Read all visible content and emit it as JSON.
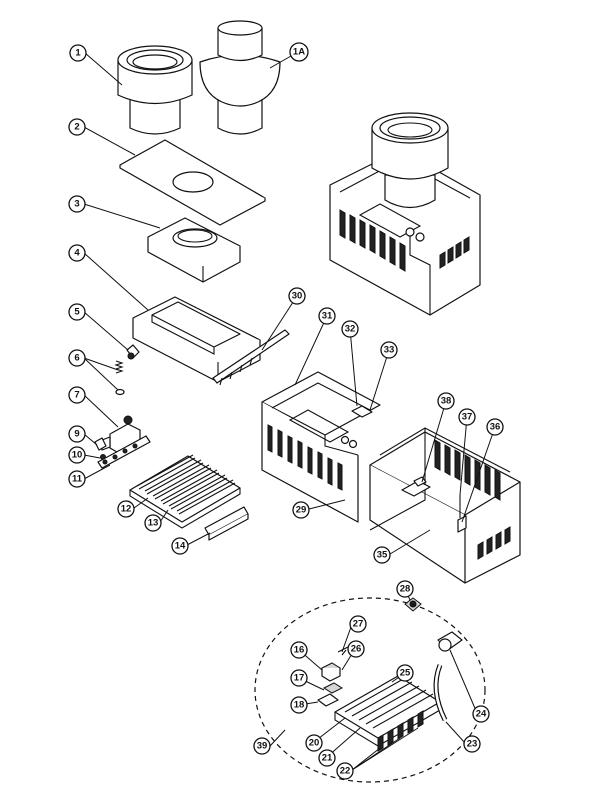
{
  "callouts": {
    "c1": "1",
    "c1a": "1A",
    "c2": "2",
    "c3": "3",
    "c4": "4",
    "c5": "5",
    "c6": "6",
    "c7": "7",
    "c9": "9",
    "c10": "10",
    "c11": "11",
    "c12": "12",
    "c13": "13",
    "c14": "14",
    "c16": "16",
    "c17": "17",
    "c18": "18",
    "c20": "20",
    "c21": "21",
    "c22": "22",
    "c23": "23",
    "c24": "24",
    "c25": "25",
    "c26": "26",
    "c27": "27",
    "c28": "28",
    "c29": "29",
    "c30": "30",
    "c31": "31",
    "c32": "32",
    "c33": "33",
    "c35": "35",
    "c36": "36",
    "c37": "37",
    "c38": "38",
    "c39": "39"
  },
  "colors": {
    "line": "#111111",
    "background": "#ffffff",
    "shade": "#d6d6d6"
  }
}
